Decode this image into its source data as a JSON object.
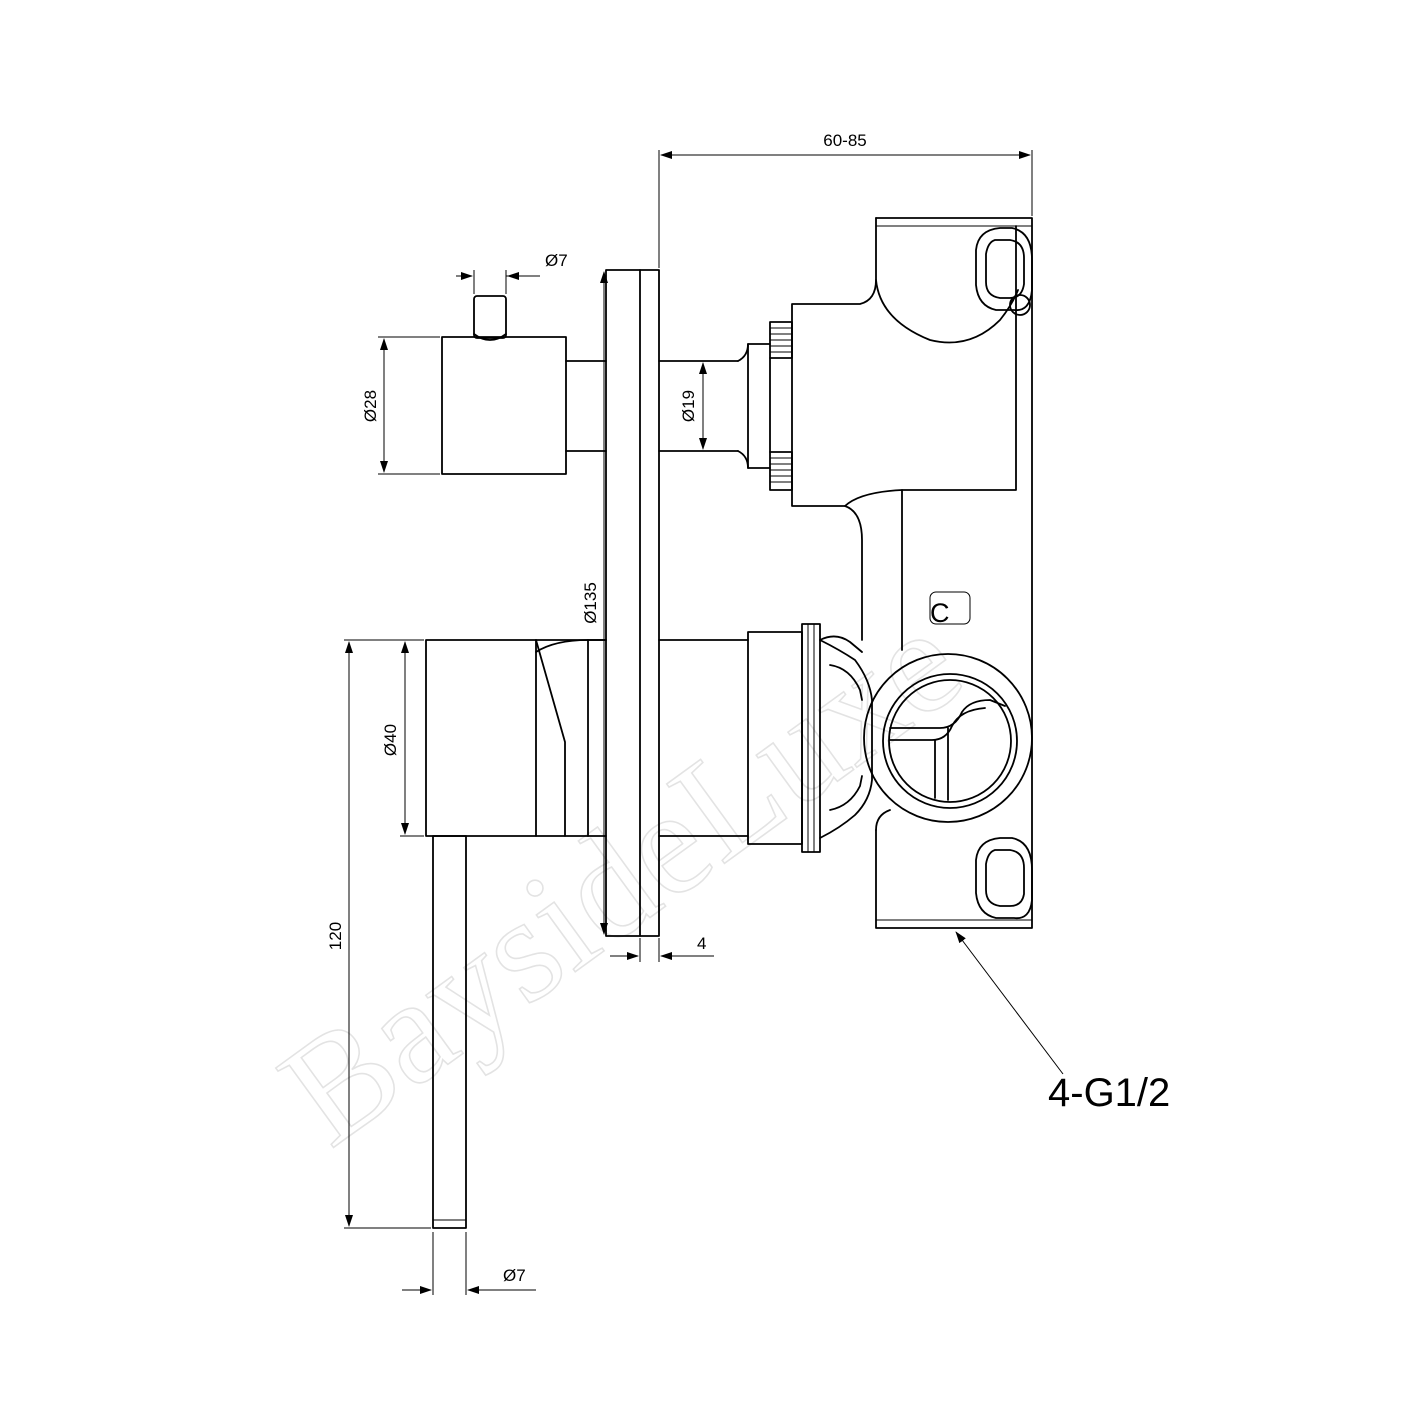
{
  "watermark": "BaysideLuxe",
  "dimensions": {
    "total_depth": "60-85",
    "pin_top_diameter": "Ø7",
    "knob_diameter": "Ø28",
    "spindle_diameter": "Ø19",
    "plate_diameter": "Ø135",
    "handle_diameter": "Ø40",
    "lever_length": "120",
    "plate_thickness": "4",
    "lever_diameter": "Ø7",
    "port_thread": "4-G1/2"
  },
  "body_marking": "C"
}
